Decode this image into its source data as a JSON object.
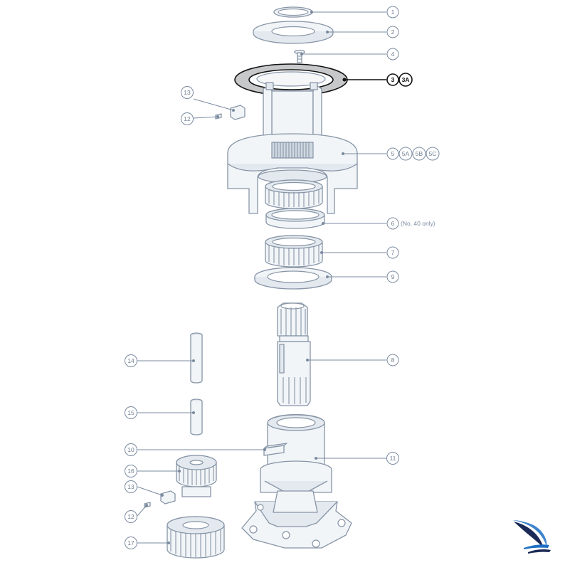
{
  "callouts": [
    {
      "id": "c1",
      "labels": [
        "1"
      ]
    },
    {
      "id": "c2",
      "labels": [
        "2"
      ]
    },
    {
      "id": "c3",
      "labels": [
        "3",
        "3A"
      ],
      "highlight": true
    },
    {
      "id": "c4",
      "labels": [
        "4"
      ]
    },
    {
      "id": "c5",
      "labels": [
        "5",
        "5A",
        "5B",
        "5C"
      ]
    },
    {
      "id": "c6",
      "labels": [
        "6"
      ],
      "note": "(No. 40 only)"
    },
    {
      "id": "c7",
      "labels": [
        "7"
      ]
    },
    {
      "id": "c8",
      "labels": [
        "8"
      ]
    },
    {
      "id": "c9",
      "labels": [
        "9"
      ]
    },
    {
      "id": "c10",
      "labels": [
        "10"
      ]
    },
    {
      "id": "c11",
      "labels": [
        "11"
      ]
    },
    {
      "id": "c12a",
      "labels": [
        "12"
      ]
    },
    {
      "id": "c12b",
      "labels": [
        "12"
      ]
    },
    {
      "id": "c13a",
      "labels": [
        "13"
      ]
    },
    {
      "id": "c13b",
      "labels": [
        "13"
      ]
    },
    {
      "id": "c14",
      "labels": [
        "14"
      ]
    },
    {
      "id": "c15",
      "labels": [
        "15"
      ]
    },
    {
      "id": "c16",
      "labels": [
        "16"
      ]
    },
    {
      "id": "c17",
      "labels": [
        "17"
      ]
    }
  ],
  "colors": {
    "part_stroke": "#8795a6",
    "part_fill": "#f2f5f8",
    "highlight_part_fill": "#c6c8ca",
    "highlight_stroke": "#111111",
    "leader": "#7a8ba0",
    "logo_blue": "#1f6fc4",
    "logo_dark": "#1b2a57"
  },
  "logo": {
    "icon": "sail-logo-icon"
  }
}
